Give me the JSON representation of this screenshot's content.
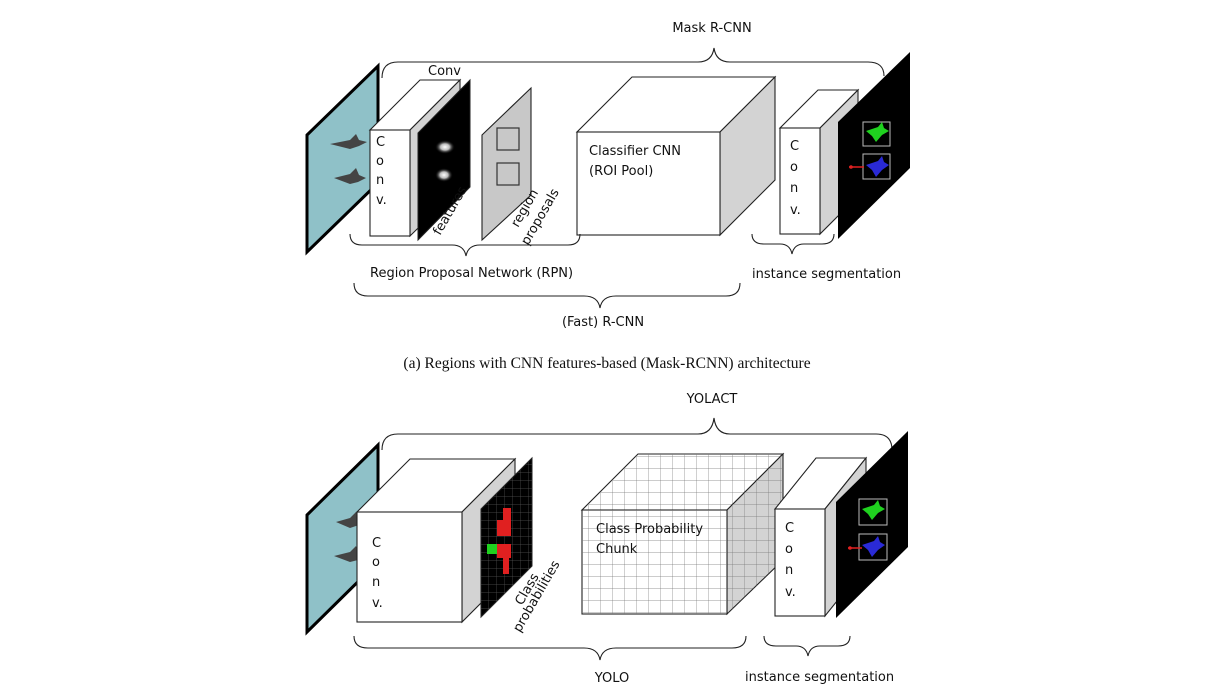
{
  "top": {
    "mask_rcnn": "Mask R-CNN",
    "conv_top": "Conv",
    "conv_block": [
      "C",
      "o",
      "n",
      "v."
    ],
    "features": "features",
    "region": "region",
    "proposals": "proposals",
    "classifier_line1": "Classifier CNN",
    "classifier_line2": "(ROI Pool)",
    "conv_block2": [
      "C",
      "o",
      "n",
      "v."
    ],
    "rpn": "Region  Proposal Network (RPN)",
    "instance_seg": "instance segmentation",
    "fast_rcnn": "(Fast) R-CNN"
  },
  "caption_a": "(a) Regions with CNN features-based (Mask-RCNN) architecture",
  "bottom": {
    "yolact": "YOLACT",
    "conv_block": [
      "C",
      "o",
      "n",
      "v."
    ],
    "class": "Class",
    "probabilities": "probabilities",
    "chunk_line1": "Class Probability",
    "chunk_line2": "Chunk",
    "conv_block2": [
      "C",
      "o",
      "n",
      "v."
    ],
    "yolo": "YOLO",
    "instance_seg": "instance segmentation"
  },
  "colors": {
    "input": "#8fc1c8",
    "gray_side": "#d3d3d3",
    "black": "#000000",
    "green": "#1fd11f",
    "blue": "#2a2ad6",
    "red": "#e02020"
  }
}
